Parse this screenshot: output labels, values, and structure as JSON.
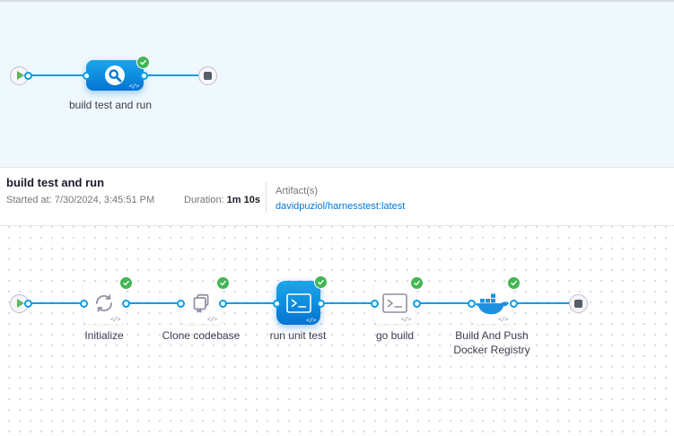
{
  "colors": {
    "accent_blue": "#0b9de4",
    "node_blue_top": "#1ba7e9",
    "node_blue_bottom": "#0473d3",
    "success_green": "#42b554",
    "link_blue": "#0278d5",
    "top_background": "#eff8fd"
  },
  "stage_panel": {
    "play_button": "play",
    "stop_button": "stop",
    "code_glyph": "</>",
    "stage": {
      "label": "build test and run",
      "icon": "ci-build-icon",
      "status": "success"
    }
  },
  "summary_bar": {
    "title": "build test and run",
    "started_label": "Started at:",
    "started_value": "7/30/2024, 3:45:51 PM",
    "duration_label": "Duration:",
    "duration_value": "1m 10s",
    "artifacts_label": "Artifact(s)",
    "artifact_link": "davidpuziol/harnesstest:latest"
  },
  "execution_panel": {
    "code_glyph": "</>",
    "steps": [
      {
        "label": "Initialize",
        "icon": "sync-icon",
        "status": "success",
        "selected": false
      },
      {
        "label": "Clone codebase",
        "icon": "clone-icon",
        "status": "success",
        "selected": false
      },
      {
        "label": "run unit test",
        "icon": "terminal-icon",
        "status": "success",
        "selected": true
      },
      {
        "label": "go build",
        "icon": "terminal-icon",
        "status": "success",
        "selected": false
      },
      {
        "label": "Build And Push Docker Registry",
        "icon": "docker-icon",
        "status": "success",
        "selected": false
      }
    ]
  }
}
